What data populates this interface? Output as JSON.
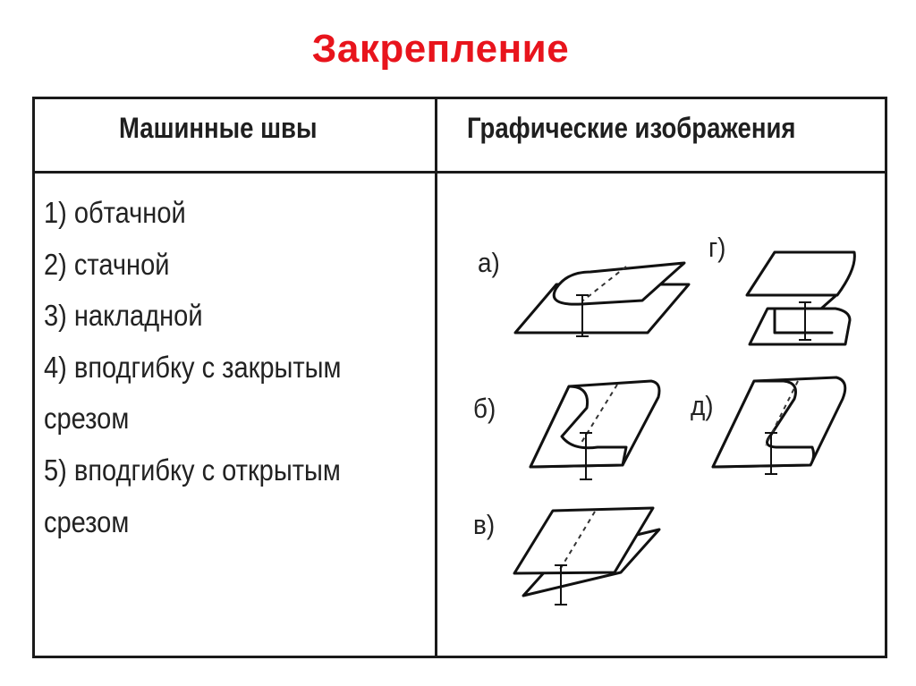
{
  "title": "Закрепление",
  "table": {
    "headers": {
      "left": "Машинные швы",
      "right": "Графические изображения"
    },
    "seams": [
      "1) обтачной",
      "2) стачной",
      "3) накладной",
      "4) вподгибку с закрытым",
      "срезом",
      "5) вподгибку с открытым",
      "срезом"
    ],
    "figure_labels": {
      "a": "а)",
      "b": "б)",
      "v": "в)",
      "g": "г)",
      "d": "д)"
    }
  },
  "colors": {
    "title": "#e8141c",
    "lines": "#1a1a1a",
    "text": "#222222"
  }
}
